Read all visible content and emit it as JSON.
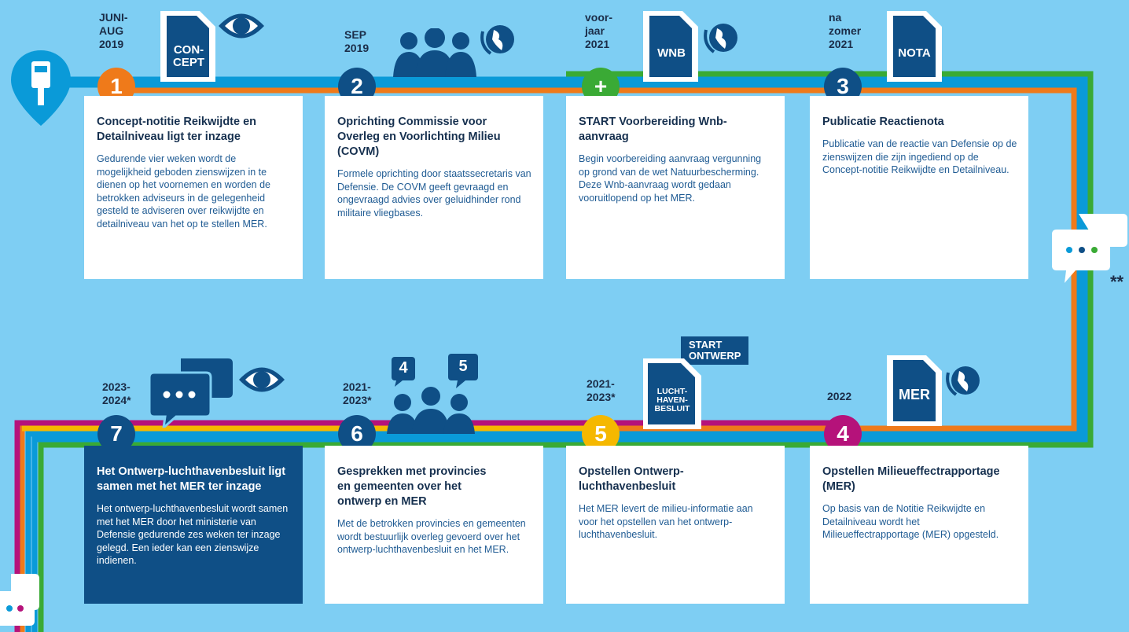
{
  "colors": {
    "background": "#7ecef3",
    "navy": "#0f4f86",
    "track_blue": "#0a9ad8",
    "track_orange": "#ef7a1a",
    "track_green": "#3aaa35",
    "track_magenta": "#b5127a",
    "track_yellow": "#f5b800",
    "step1": "#ef7a1a",
    "step2": "#0f4f86",
    "step_plus": "#3aaa35",
    "step3": "#0f4f86",
    "step4": "#b5127a",
    "step5": "#f5b800",
    "step6": "#0f4f86",
    "step7": "#0f4f86"
  },
  "steps": {
    "s1": {
      "num": "1",
      "date": [
        "JUNI-",
        "AUG",
        "2019"
      ],
      "doc_label": "CON-\nCEPT",
      "icons": [
        "eye-icon"
      ],
      "title": "Concept-notitie Reikwijdte en Detailniveau ligt ter inzage",
      "text": "Gedurende vier weken wordt de mogelijkheid geboden zienswijzen in te dienen op het voornemen en worden de betrokken adviseurs in de gelegenheid gesteld te adviseren over reikwijdte en detailniveau van het op te stellen MER."
    },
    "s2": {
      "num": "2",
      "date": [
        "SEP",
        "2019"
      ],
      "icons": [
        "people-icon",
        "globe-icon"
      ],
      "title": "Oprichting Commissie voor Overleg en Voorlichting Milieu (COVM)",
      "text": "Formele oprichting door staatssecretaris van Defensie. De COVM geeft gevraagd en ongevraagd advies over geluidhinder rond militaire vliegbases."
    },
    "splus": {
      "num": "+",
      "date": [
        "voor-",
        "jaar",
        "2021"
      ],
      "doc_label": "WNB",
      "icons": [
        "globe-icon"
      ],
      "title": "START Voorbereiding Wnb-aanvraag",
      "text": "Begin voorbereiding aanvraag vergunning op grond van de wet Natuurbescherming. Deze Wnb-aanvraag wordt gedaan vooruitlopend op het MER."
    },
    "s3": {
      "num": "3",
      "date": [
        "na",
        "zomer",
        "2021"
      ],
      "doc_label": "NOTA",
      "title": "Publicatie Reactienota",
      "text": "Publicatie van de reactie van Defensie op de zienswijzen die zijn ingediend op de Concept-notitie Reikwijdte en Detailniveau."
    },
    "s4": {
      "num": "4",
      "date": [
        "2022"
      ],
      "doc_label": "MER",
      "icons": [
        "globe-icon"
      ],
      "title": "Opstellen Milieueffectrapportage (MER)",
      "text": "Op basis van de Notitie Reikwijdte en Detailniveau wordt het Milieueffectrapportage (MER) opgesteld."
    },
    "s5": {
      "num": "5",
      "date": [
        "2021-",
        "2023*"
      ],
      "doc_label": "LUCHT-\nHAVEN-\nBESLUIT",
      "start_label": "START\nONTWERP",
      "title": "Opstellen Ontwerp-luchthavenbesluit",
      "text": "Het MER levert de milieu-informatie aan voor het opstellen van het ontwerp-luchthavenbesluit."
    },
    "s6": {
      "num": "6",
      "date": [
        "2021-",
        "2023*"
      ],
      "bubble_numbers": [
        "4",
        "5"
      ],
      "icons": [
        "people-icon"
      ],
      "title": "Gesprekken met provincies en gemeenten over het ontwerp en MER",
      "text": "Met de betrokken provincies en gemeenten wordt bestuurlijk overleg gevoerd over het ontwerp-luchthavenbesluit en het MER."
    },
    "s7": {
      "num": "7",
      "date": [
        "2023-",
        "2024*"
      ],
      "icons": [
        "chat-icon",
        "eye-icon"
      ],
      "title": "Het Ontwerp-luchthavenbesluit ligt samen met het MER ter inzage",
      "text": "Het ontwerp-luchthavenbesluit wordt samen met het MER door het ministerie van Defensie gedurende zes weken ter inzage gelegd.  Een ieder kan een zienswijze indienen."
    }
  },
  "side": {
    "asterisks": "**"
  }
}
